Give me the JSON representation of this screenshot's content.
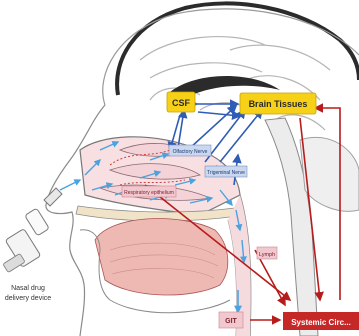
{
  "labels": {
    "csf": "CSF",
    "brain_tissues": "Brain Tissues",
    "olfactory_nerve": "Olfactory Nerve",
    "trigeminal_nerve": "Trigeminal Nerve",
    "respiratory_epithelium": "Respiratory epithelium",
    "lymph": "Lymph",
    "git": "GIT",
    "systemic_circulation": "Systemic Circ...",
    "device_line1": "Nasal drug",
    "device_line2": "delivery device"
  },
  "colors": {
    "yellow_box": "#f7d117",
    "pink_box": "#f2c8cf",
    "red_box": "#c62828",
    "blue_arrow": "#2f5db5",
    "red_arrow": "#b71c1c",
    "cyan_arrow": "#4aa3df"
  }
}
